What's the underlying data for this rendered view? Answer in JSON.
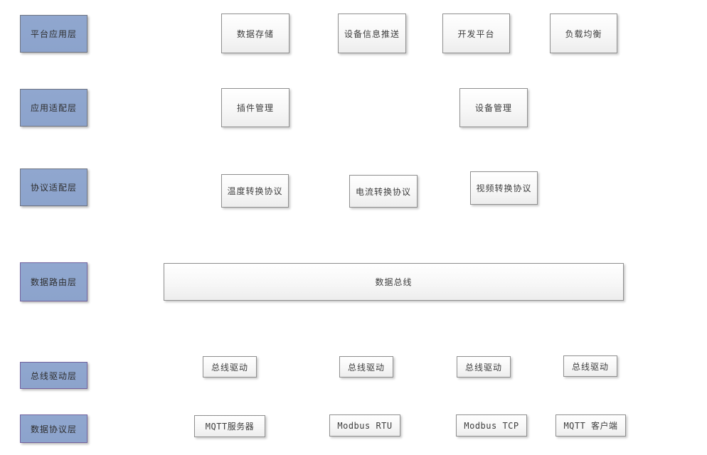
{
  "diagram": {
    "layers": [
      {
        "label": "平台应用层",
        "nodes": [
          "数据存储",
          "设备信息推送",
          "开发平台",
          "负载均衡"
        ]
      },
      {
        "label": "应用适配层",
        "nodes": [
          "插件管理",
          "设备管理"
        ]
      },
      {
        "label": "协议适配层",
        "nodes": [
          "温度转换协议",
          "电流转换协议",
          "视频转换协议"
        ]
      },
      {
        "label": "数据路由层",
        "nodes": [
          "数据总线"
        ]
      },
      {
        "label": "总线驱动层",
        "nodes": [
          "总线驱动",
          "总线驱动",
          "总线驱动",
          "总线驱动"
        ]
      },
      {
        "label": "数据协议层",
        "nodes": [
          "MQTT服务器",
          "Modbus RTU",
          "Modbus TCP",
          "MQTT 客户端"
        ]
      }
    ],
    "colors": {
      "layer_fill": "#8ca3cc",
      "layer_border_upper": "#6e7482",
      "layer_border_lower": "#71619e",
      "node_border": "#8f8f8f",
      "node_fill_top": "#ffffff",
      "node_fill_bottom": "#ededed",
      "text": "#3d3d3d",
      "background": "#ffffff"
    }
  }
}
